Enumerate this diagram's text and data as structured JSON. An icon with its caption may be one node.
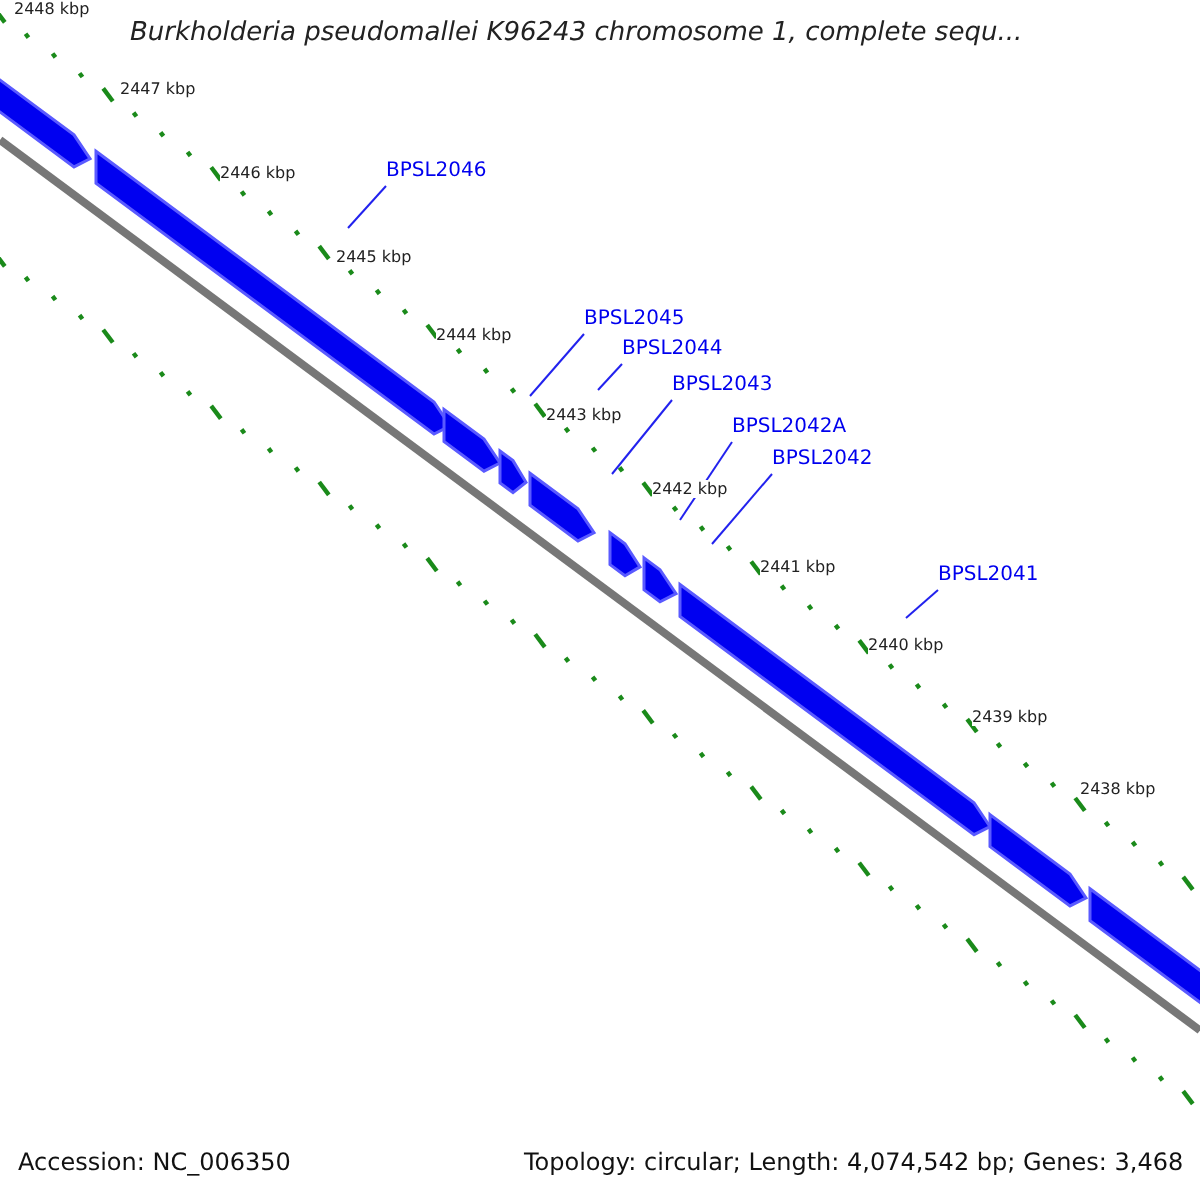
{
  "diagram": {
    "title": "Burkholderia pseudomallei K96243 chromosome 1, complete sequ...",
    "nodes": [
      {
        "text": [
          "BPSL2046"
        ]
      },
      {
        "text": [
          "BPSL2045"
        ]
      },
      {
        "text": [
          "BPSL2044"
        ]
      },
      {
        "text": [
          "BPSL2043"
        ]
      },
      {
        "text": [
          "BPSL2042A"
        ]
      },
      {
        "text": [
          "BPSL2042"
        ]
      },
      {
        "text": [
          "BPSL2041"
        ]
      }
    ],
    "edges": [
      {
        "from": 0,
        "to": null,
        "arrow": "none"
      },
      {
        "from": 1,
        "to": null,
        "arrow": "none"
      },
      {
        "from": 2,
        "to": null,
        "arrow": "none"
      },
      {
        "from": 3,
        "to": null,
        "arrow": "none"
      },
      {
        "from": 4,
        "to": null,
        "arrow": "none"
      },
      {
        "from": 5,
        "to": null,
        "arrow": "none"
      },
      {
        "from": 6,
        "to": null,
        "arrow": "none"
      }
    ],
    "labels": [
      "2448 kbp",
      "2447 kbp",
      "2446 kbp",
      "2445 kbp",
      "2444 kbp",
      "2443 kbp",
      "2442 kbp",
      "2441 kbp",
      "2440 kbp",
      "2439 kbp",
      "2438 kbp",
      "Accession: NC_006350",
      "Topology: circular; Length: 4,074,542 bp; Genes: 3,468"
    ]
  }
}
